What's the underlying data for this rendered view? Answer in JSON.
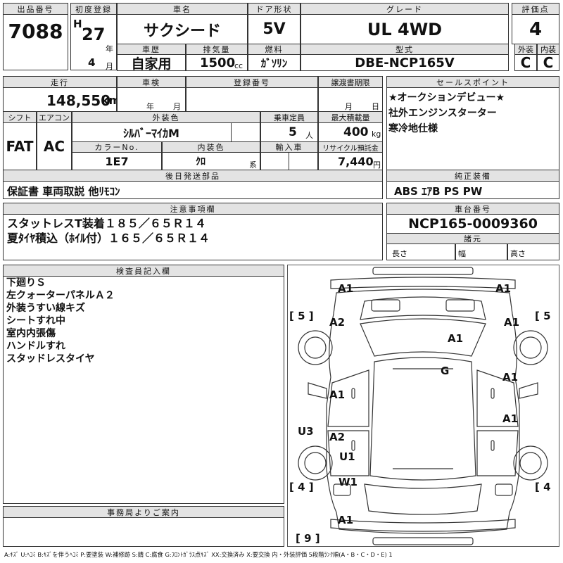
{
  "headers": {
    "lot_no": "出品番号",
    "first_reg": "初度登録",
    "car_name": "車名",
    "doors": "ドア形状",
    "grade": "グレード",
    "score": "評価点",
    "history": "車歴",
    "displacement": "排気量",
    "fuel": "燃料",
    "model_code": "型式",
    "exterior": "外装",
    "interior": "内装",
    "mileage": "走行",
    "inspection": "車検",
    "reg_no": "登録番号",
    "transfer_deadline": "譲渡書期限",
    "sales_points": "セールスポイント",
    "shift": "シフト",
    "aircon": "エアコン",
    "ext_color": "外装色",
    "capacity": "乗車定員",
    "max_load": "最大積載量",
    "color_no": "カラーNo.",
    "int_color": "内装色",
    "import": "輸入車",
    "recycle": "リサイクル預託金",
    "accessories": "後日発送部品",
    "genuine_equipment": "純正装備",
    "notes": "注意事項欄",
    "chassis_no": "車台番号",
    "dimensions": "諸元",
    "inspector_notes": "検査員記入欄",
    "office_notes": "事務局よりご案内"
  },
  "lot_no": "7088",
  "era": "H",
  "year": "27",
  "month": "4",
  "unit_year": "年",
  "unit_month": "月",
  "car_name": "サクシード",
  "doors": "5V",
  "grade": "UL 4WD",
  "score": "4",
  "history": "自家用",
  "displacement": "1500",
  "displacement_unit": "cc",
  "fuel": "ｶﾞｿﾘﾝ",
  "model_code": "DBE-NCP165V",
  "exterior_grade": "C",
  "interior_grade": "C",
  "mileage": "148,550",
  "mileage_unit": "km",
  "inspection_year_unit": "年",
  "inspection_month_unit": "月",
  "transfer_month_unit": "月",
  "transfer_day_unit": "日",
  "sales_points": [
    "★オークションデビュー★",
    "社外エンジンスターター",
    "寒冷地仕様"
  ],
  "shift": "FAT",
  "aircon": "AC",
  "ext_color": "ｼﾙﾊﾞｰﾏｲｶM",
  "capacity": "5",
  "capacity_unit": "人",
  "max_load": "400",
  "max_load_unit": "kg",
  "color_no": "1E7",
  "int_color": "ｸﾛ",
  "int_color_unit": "系",
  "recycle": "7,440",
  "recycle_unit": "円",
  "accessories": "保証書 車両取説 他ﾘﾓｺﾝ",
  "genuine_equipment": "ABS ｴｱB PS PW",
  "notes": [
    "スタットレスT装着１８５／６５Ｒ１４",
    "夏ﾀｲﾔ積込（ﾎｲﾙ付）１６５／６５Ｒ１４"
  ],
  "chassis_no": "NCP165-0009360",
  "dim_length": "長さ",
  "dim_width": "幅",
  "dim_height": "高さ",
  "inspector_notes": [
    "下廻りＳ",
    "左クォーターパネルＡ２",
    "外装うすい線キズ",
    "シートすれ中",
    "室内内張傷",
    "ハンドルすれ",
    "スタッドレスタイヤ"
  ],
  "diagram": {
    "A1_fl": "A1",
    "A1_fr": "A1",
    "A2_l": "A2",
    "A1_r": "A1",
    "A1_roof": "A1",
    "G": "G",
    "A1_ld": "A1",
    "A1_rd1": "A1",
    "A1_rd2": "A1",
    "A2_lq": "A2",
    "U3": "U3",
    "U1": "U1",
    "W1": "W1",
    "A1_rear": "A1",
    "tire_fl": "5",
    "tire_fr": "5",
    "tire_rl": "4",
    "tire_rr": "4",
    "spare": "9"
  },
  "legend": "A:ｷｽﾞ U:ﾍｺﾐ B:ｷｽﾞを伴うﾍｺﾐ P:要塗装 W:補修跡 S:錆 C:腐食 G:ﾌﾛﾝﾄｶﾞﾗｽ点ｷｽﾞ XX:交換済み X:要交換 内・外装評価 5段階ﾗﾝｸ順(A・B・C・D・E) 1"
}
